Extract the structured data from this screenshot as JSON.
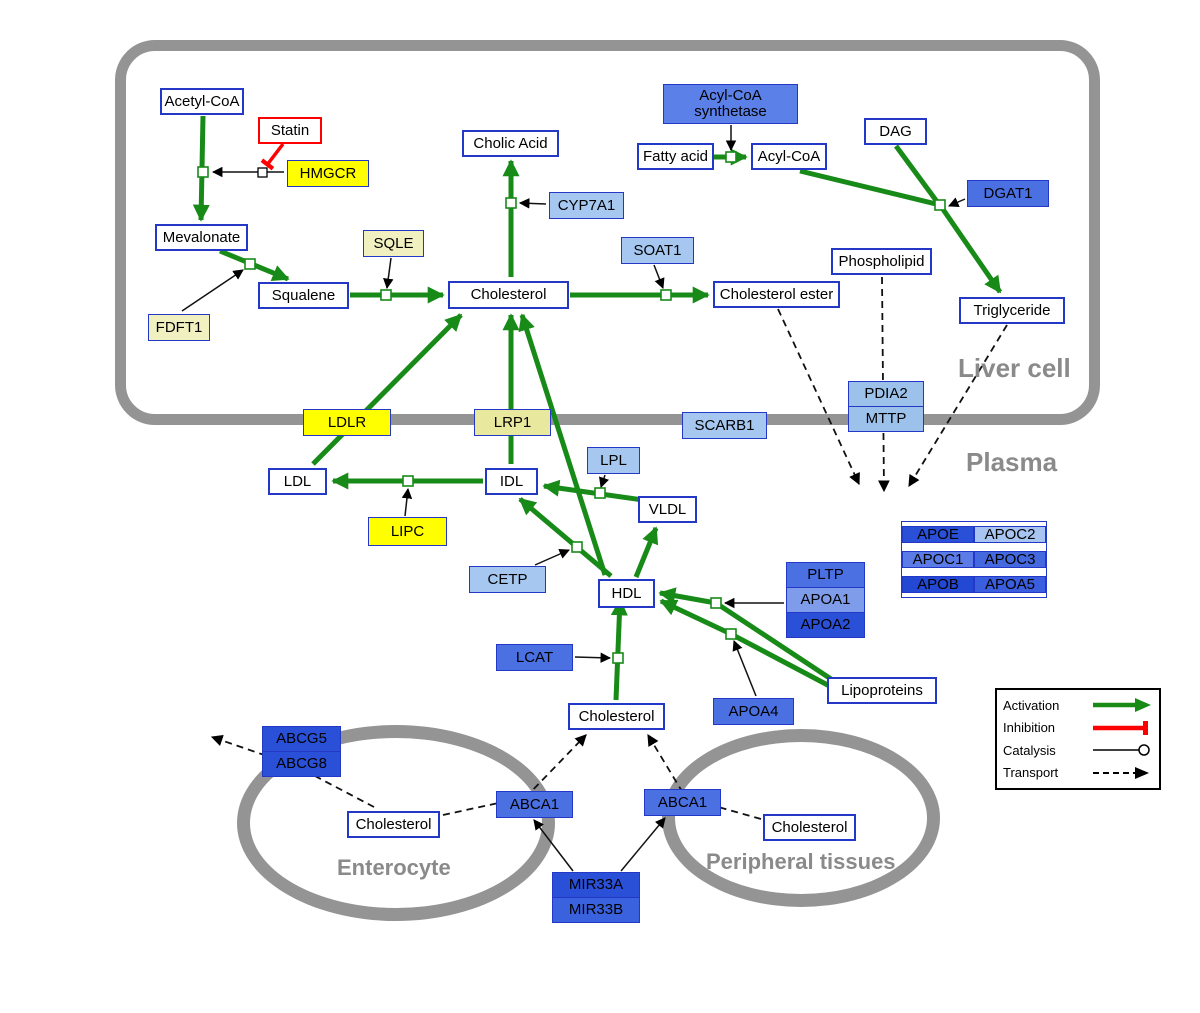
{
  "compartments": {
    "liver": "Liver cell",
    "plasma": "Plasma",
    "enterocyte": "Enterocyte",
    "peripheral": "Peripheral tissues"
  },
  "legend": {
    "activation": "Activation",
    "inhibition": "Inhibition",
    "catalysis": "Catalysis",
    "transport": "Transport"
  },
  "nodes": {
    "acetyl_coa": "Acetyl-CoA",
    "statin": "Statin",
    "hmgcr": "HMGCR",
    "mevalonate": "Mevalonate",
    "sqle": "SQLE",
    "fdft1": "FDFT1",
    "squalene": "Squalene",
    "cholesterol_liver": "Cholesterol",
    "cholic_acid": "Cholic Acid",
    "cyp7a1": "CYP7A1",
    "soat1": "SOAT1",
    "cholesterol_ester": "Cholesterol ester",
    "acyl_coa_synthetase": "Acyl-CoA synthetase",
    "fatty_acid": "Fatty acid",
    "acyl_coa": "Acyl-CoA",
    "dag": "DAG",
    "dgat1": "DGAT1",
    "phospholipid": "Phospholipid",
    "triglyceride": "Triglyceride",
    "pdia2": "PDIA2",
    "mttp": "MTTP",
    "ldlr": "LDLR",
    "lrp1": "LRP1",
    "scarb1": "SCARB1",
    "ldl": "LDL",
    "idl": "IDL",
    "lpl": "LPL",
    "vldl": "VLDL",
    "lipc": "LIPC",
    "cetp": "CETP",
    "hdl": "HDL",
    "pltp": "PLTP",
    "apoa1": "APOA1",
    "apoa2": "APOA2",
    "apoe": "APOE",
    "apoc2": "APOC2",
    "apoc1": "APOC1",
    "apoc3": "APOC3",
    "apob": "APOB",
    "apoa5": "APOA5",
    "lcat": "LCAT",
    "apoa4": "APOA4",
    "lipoproteins": "Lipoproteins",
    "cholesterol_plasma": "Cholesterol",
    "abcg5": "ABCG5",
    "abcg8": "ABCG8",
    "cholesterol_enterocyte": "Cholesterol",
    "abca1_mid": "ABCA1",
    "abca1_right": "ABCA1",
    "cholesterol_peripheral": "Cholesterol",
    "mir33a": "MIR33A",
    "mir33b": "MIR33B"
  },
  "colors": {
    "activation_green": "#188a18",
    "inhibition_red": "#ff0000",
    "membrane_gray": "#949494",
    "node_border_blue": "#2438c8",
    "gene_yellow": "#ffff00",
    "gene_pale_yellow": "#f0f0c0",
    "gene_light_blue": "#a6c8f0",
    "gene_blue": "#4a70e2",
    "gene_dark_blue": "#2a50d8"
  }
}
